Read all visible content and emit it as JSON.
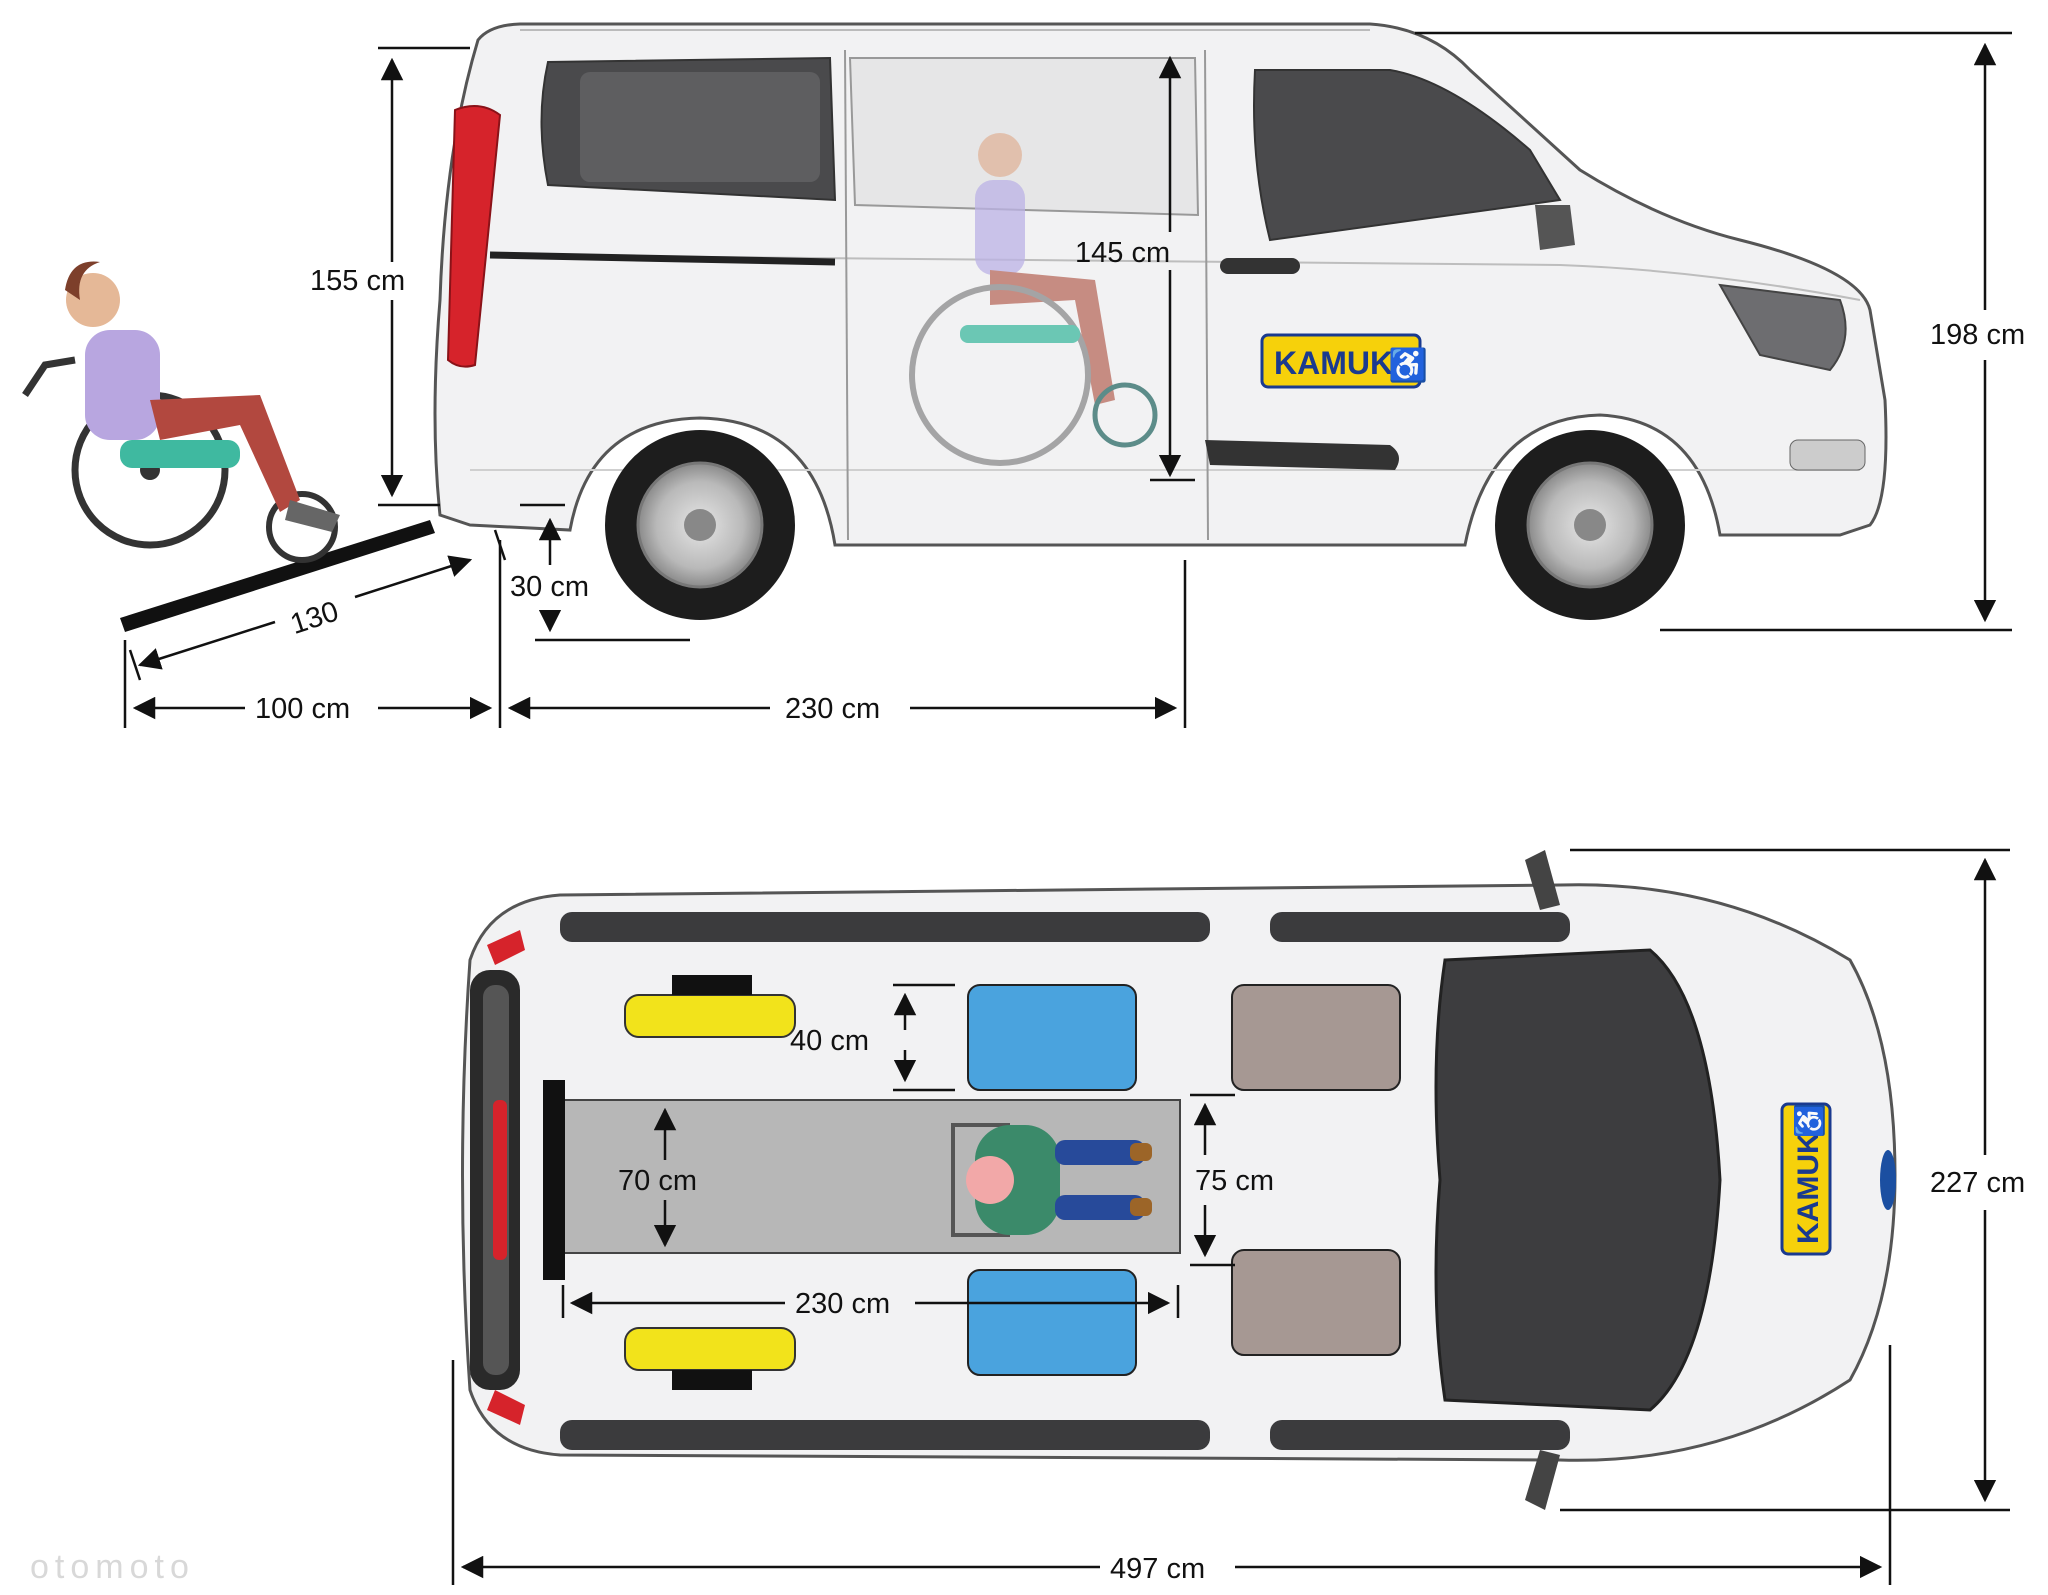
{
  "brand": {
    "logo_text": "KAMUK",
    "logo_color": "#1a3a8f",
    "logo_bg": "#f6d10b",
    "icon": "wheelchair-accessibility-icon"
  },
  "side_view": {
    "labels": {
      "ramp_height": "155 cm",
      "interior_height": "145 cm",
      "total_height": "198 cm",
      "ramp_length": "130",
      "ground_clearance": "30 cm",
      "ramp_reach": "100 cm",
      "floor_length": "230 cm"
    }
  },
  "top_view": {
    "labels": {
      "seat_width": "40 cm",
      "floor_width": "70 cm",
      "aisle_width": "75 cm",
      "floor_length": "230 cm",
      "total_width": "227 cm",
      "total_length": "497 cm"
    }
  },
  "colors": {
    "van_body": "#f2f2f3",
    "window": "#4a4a4c",
    "seat_blue": "#4aa3de",
    "seat_taupe": "#a69893",
    "fold_seat": "#f2e31b",
    "floor": "#b7b7b7",
    "taillight": "#d6232b",
    "ramp": "#111111"
  },
  "watermark": "otomoto"
}
